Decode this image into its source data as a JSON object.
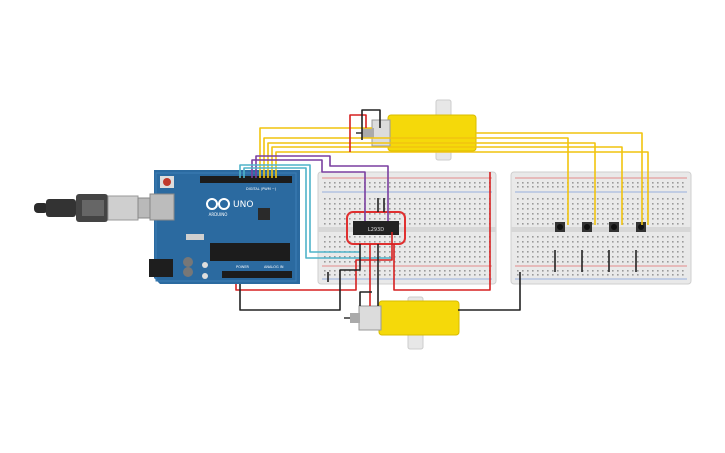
{
  "arduino": {
    "logo_text": "ARDUINO",
    "model": "UNO",
    "digital_label": "DIGITAL (PWM ~)",
    "power_label": "POWER",
    "analog_label": "ANALOG IN"
  },
  "ic": {
    "label": "L293D"
  },
  "colors": {
    "board_blue": "#2b6aa0",
    "breadboard": "#e9e9e9",
    "motor_yellow": "#f5d90a",
    "wire_yellow": "#f1c40f",
    "wire_red": "#d62020",
    "wire_black": "#222222",
    "wire_purple": "#7a3fa0",
    "wire_cyan": "#4fb3c9",
    "highlight_red": "#e03030"
  },
  "icons": [
    "usb-cable-icon",
    "dc-motor-icon",
    "pushbutton-icon",
    "ic-chip-icon"
  ]
}
